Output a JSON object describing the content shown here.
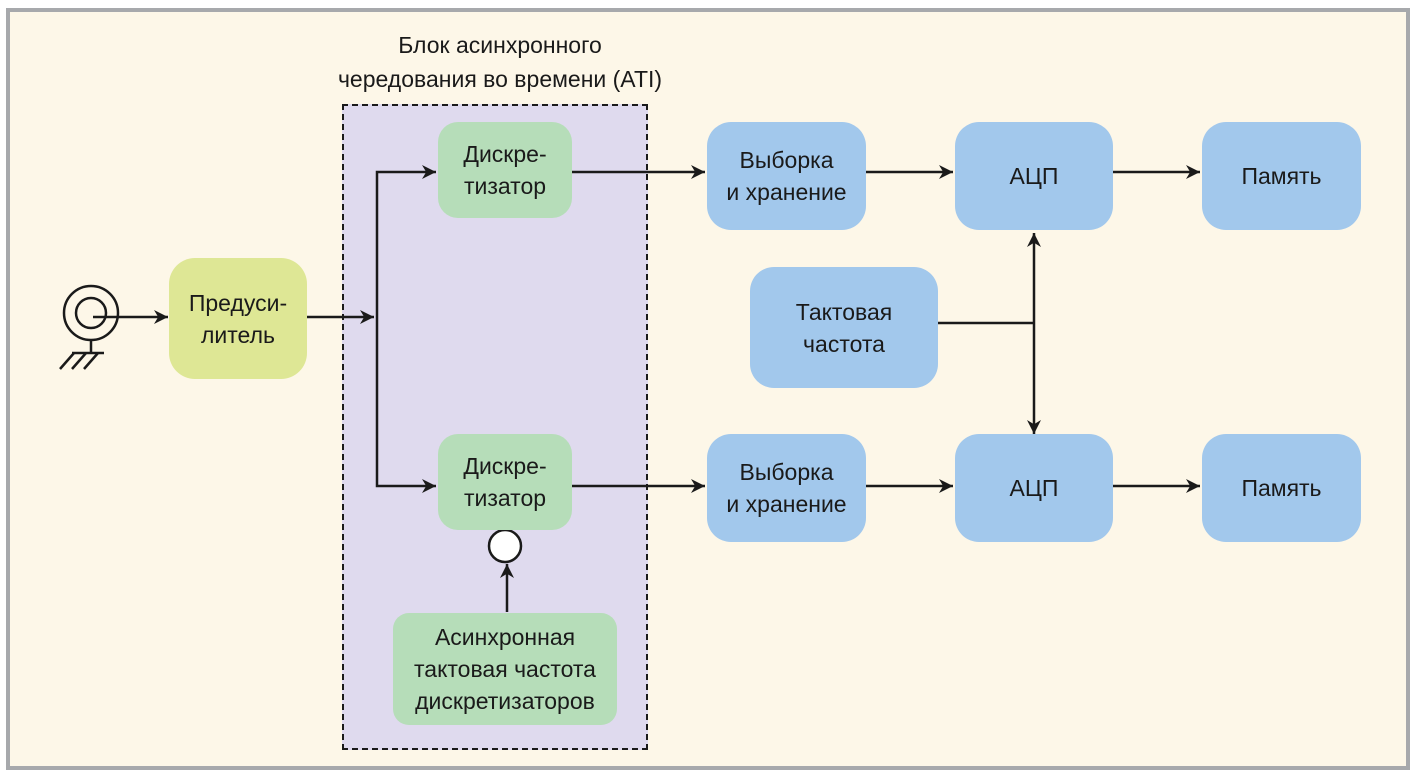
{
  "ati_block": {
    "title_line1": "Блок асинхронного",
    "title_line2": "чередования во времени (ATI)"
  },
  "preamp": {
    "line1": "Предуси-",
    "line2": "литель"
  },
  "sampler_top": {
    "line1": "Дискре-",
    "line2": "тизатор"
  },
  "sampler_bottom": {
    "line1": "Дискре-",
    "line2": "тизатор"
  },
  "async_clock": {
    "line1": "Асинхронная",
    "line2": "тактовая частота",
    "line3": "дискретизаторов"
  },
  "sample_hold_top": {
    "line1": "Выборка",
    "line2": "и хранение"
  },
  "sample_hold_bottom": {
    "line1": "Выборка",
    "line2": "и хранение"
  },
  "adc_top": {
    "label": "АЦП"
  },
  "adc_bottom": {
    "label": "АЦП"
  },
  "memory_top": {
    "label": "Память"
  },
  "memory_bottom": {
    "label": "Память"
  },
  "clock": {
    "line1": "Тактовая",
    "line2": "частота"
  },
  "colors": {
    "background": "#fdf7e8",
    "border": "#a7a9ac",
    "ati_region": "#dfdaee",
    "green_block": "#b6ddb9",
    "yellow_block": "#dee795",
    "blue_block": "#a2c8ec",
    "line": "#1a1a1a"
  }
}
